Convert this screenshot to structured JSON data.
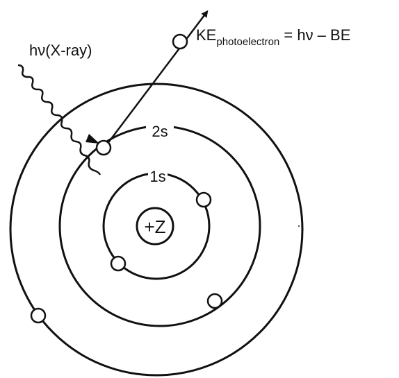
{
  "incoming_label": "hν(X-ray)",
  "outgoing_label": {
    "main": "KE",
    "subscript": "photoelectron",
    "equation": " = hν – BE"
  },
  "shell_labels": {
    "outer": "2s",
    "inner": "1s"
  },
  "nucleus_label": "+Z"
}
